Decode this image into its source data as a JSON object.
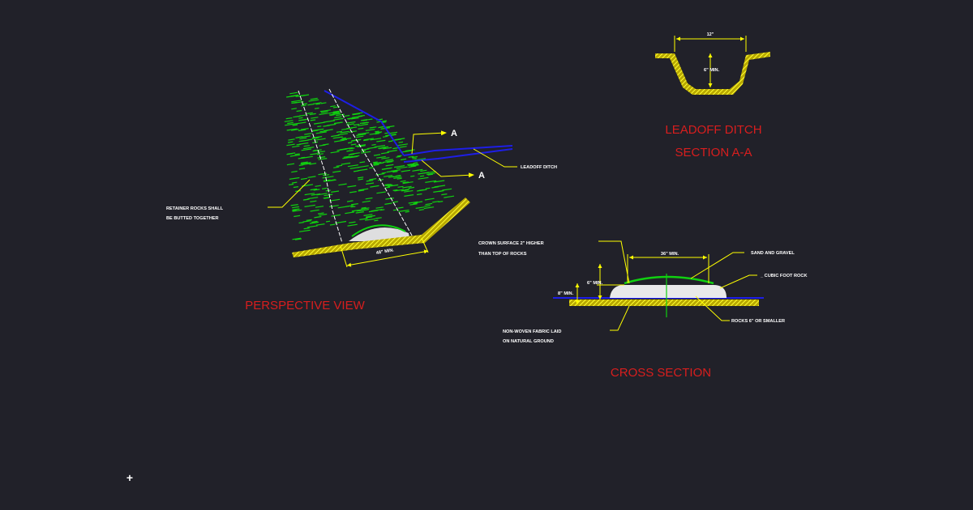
{
  "colors": {
    "background": "#212129",
    "title_red": "#d81e1e",
    "leader_yellow": "#ffff00",
    "grass_green": "#10d010",
    "line_blue": "#1e1ee6",
    "text_white": "#ffffff"
  },
  "section_aa": {
    "dim_width": "12\"",
    "dim_depth": "6\" MIN.",
    "title_line1": "LEADOFF DITCH",
    "title_line2": "SECTION A-A"
  },
  "perspective": {
    "section_marker_1": "A",
    "section_marker_2": "A",
    "callout_leadoff": "LEADOFF DITCH",
    "callout_retainer_line1": "RETAINER ROCKS SHALL",
    "callout_retainer_line2": "BE BUTTED TOGETHER",
    "dim_width": "48\" MIN.",
    "title": "PERSPECTIVE VIEW"
  },
  "cross_section": {
    "callout_crown_line1": "CROWN SURFACE 2\" HIGHER",
    "callout_crown_line2": "THAN TOP OF ROCKS",
    "dim_width": "36\" MIN.",
    "dim_rock": "6\" MIN.",
    "dim_base": "8\" MIN.",
    "callout_sand": "SAND AND GRAVEL",
    "callout_cubic": "_ CUBIC FOOT ROCK",
    "callout_rocks": "ROCKS 6\" OR SMALLER",
    "callout_fabric_line1": "NON-WOVEN FABRIC LAID",
    "callout_fabric_line2": "ON NATURAL GROUND",
    "title": "CROSS SECTION"
  },
  "cursor": {
    "glyph": "+"
  }
}
